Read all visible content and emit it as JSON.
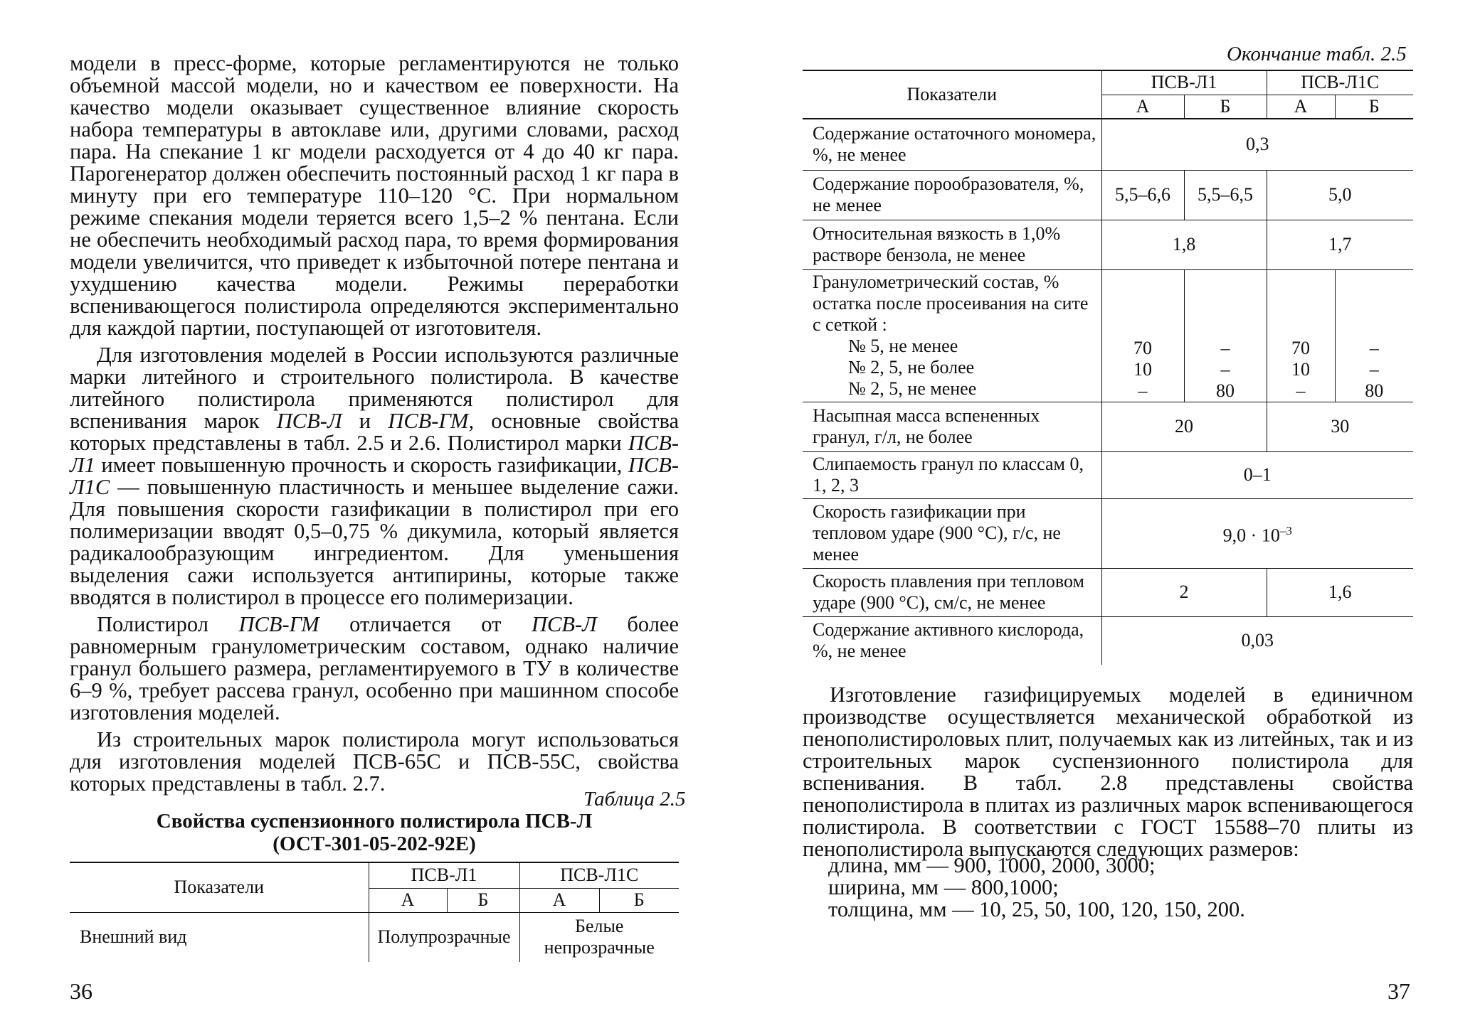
{
  "left": {
    "paragraphs": [
      "модели в пресс-форме, которые регламентируются не только объемной массой модели, но и качеством ее поверхности. На качество модели оказывает существенное влияние скорость набора температуры в автоклаве или, другими словами, расход пара. На спекание 1 кг модели расходуется от 4 до 40 кг пара. Парогенератор должен обеспечить постоянный расход 1 кг пара в минуту при его температуре 110–120 °С. При нормальном режиме спекания модели теряется всего 1,5–2 % пентана. Если не обеспечить необходимый расход пара, то время формирования модели увеличится, что приведет к избыточной потере пентана и ухудшению качества модели. Режимы переработки вспенивающегося полистирола определяются экспериментально для каждой партии, поступающей от изготовителя."
    ],
    "p2": {
      "a": "Для изготовления моделей в России используются различные марки литейного и строительного полистирола. В качестве литейного полистирола применяются полистирол для вспенивания марок ",
      "i1": "ПСВ-Л",
      "b": " и ",
      "i2": "ПСВ-ГМ,",
      "c": " основные свойства которых представлены в табл. 2.5 и 2.6. Полистирол марки ",
      "i3": "ПСВ-Л1",
      "d": " имеет повышенную прочность и скорость газификации, ",
      "i4": "ПСВ-Л1С",
      "e": " — повышенную пластичность и меньшее выделение сажи. Для повышения скорости газификации в полистирол при его полимеризации вводят 0,5–0,75 % дикумила, который является радикалообразующим ингредиентом. Для уменьшения выделения сажи используется антипирины, которые также вводятся в полистирол в процессе его полимеризации."
    },
    "p3": {
      "a": "Полистирол ",
      "i1": "ПСВ-ГМ",
      "b": " отличается от ",
      "i2": "ПСВ-Л",
      "c": " более равномерным гранулометрическим составом, однако наличие гранул большего размера, регламентируемого в ТУ в количестве 6–9 %, требует рассева гранул, особенно при машинном способе изготовления моделей."
    },
    "p4": "Из строительных марок полистирола могут использоваться для изготовления моделей ПСВ-65С и ПСВ-55С, свойства которых представлены в табл. 2.7.",
    "table_caption": "Таблица 2.5",
    "table_title_1": "Свойства суспензионного полистирола ПСВ-Л",
    "table_title_2": "(ОСТ-301-05-202-92Е)",
    "table": {
      "h_indicators": "Показатели",
      "h_l1": "ПСВ-Л1",
      "h_l1c": "ПСВ-Л1С",
      "h_a1": "А",
      "h_b1": "Б",
      "h_a2": "А",
      "h_b2": "Б",
      "row_label": "Внешний вид",
      "row_v1": "Полупрозрачные",
      "row_v2a": "Белые",
      "row_v2b": "непрозрачные"
    },
    "page_number": "36"
  },
  "right": {
    "table_caption": "Окончание табл. 2.5",
    "table": {
      "h_indicators": "Показатели",
      "h_l1": "ПСВ-Л1",
      "h_l1c": "ПСВ-Л1С",
      "h_a1": "А",
      "h_b1": "Б",
      "h_a2": "А",
      "h_b2": "Б",
      "r1_label": "Содержание остаточного мономера, %, не менее",
      "r1_v": "0,3",
      "r2_label": "Содержание порообразователя, %, не менее",
      "r2_v1": "5,5–6,6",
      "r2_v2": "5,5–6,5",
      "r2_v3": "5,0",
      "r3_label": "Относительная вязкость в 1,0% растворе бензола, не менее",
      "r3_v1": "1,8",
      "r3_v2": "1,7",
      "r4_label": "Гранулометрический состав, % остатка после просеивания на сите с сеткой :",
      "r4_s1": "№ 5, не менее",
      "r4_s2": "№ 2, 5, не более",
      "r4_s3": "№ 2, 5, не менее",
      "r4_c1": [
        "70",
        "10",
        "–"
      ],
      "r4_c2": [
        "–",
        "–",
        "80"
      ],
      "r4_c3": [
        "70",
        "10",
        "–"
      ],
      "r4_c4": [
        "–",
        "–",
        "80"
      ],
      "r5_label": "Насыпная масса вспененных гранул, г/л, не более",
      "r5_v1": "20",
      "r5_v2": "30",
      "r6_label": "Слипаемость гранул по классам 0, 1, 2, 3",
      "r6_v": "0–1",
      "r7_label": "Скорость газификации при тепловом ударе (900 °С), г/с, не менее",
      "r7_v": "9,0 · 10",
      "r7_exp": "–3",
      "r8_label": "Скорость плавления при тепловом ударе (900 °С), см/с, не менее",
      "r8_v1": "2",
      "r8_v2": "1,6",
      "r9_label": "Содержание активного кислорода, %, не менее",
      "r9_v": "0,03"
    },
    "paragraph": "Изготовление газифицируемых моделей в единичном производстве осуществляется механической обработкой из пенополистироловых плит, получаемых как из литейных, так и из строительных марок суспензионного полистирола для вспенивания. В табл. 2.8 представлены свойства пенополистирола в плитах из различных марок вспенивающегося полистирола. В соответствии с ГОСТ 15588–70 плиты из пенополистирола выпускаются следующих размеров:",
    "list": [
      "длина, мм — 900, 1000, 2000, 3000;",
      "ширина, мм — 800,1000;",
      "толщина, мм — 10, 25, 50, 100, 120, 150, 200."
    ],
    "page_number": "37"
  }
}
